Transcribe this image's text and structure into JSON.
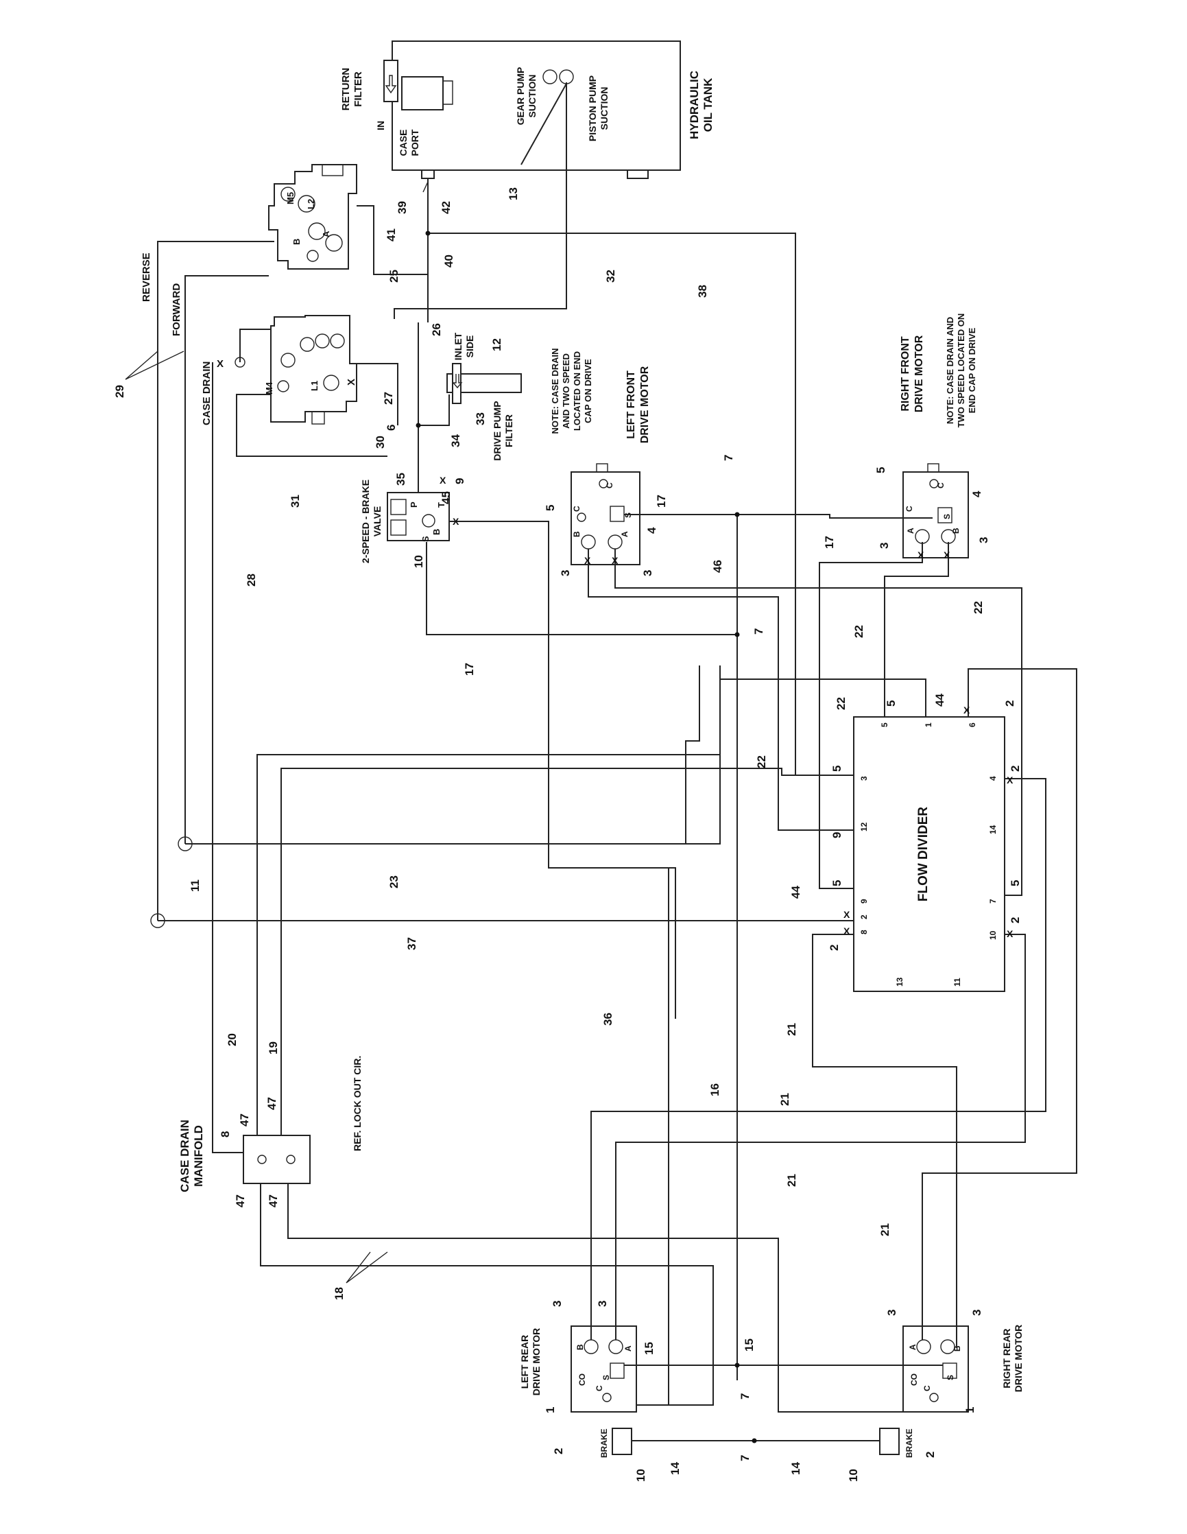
{
  "components": {
    "oil_tank": {
      "title": [
        "HYDRAULIC",
        "OIL TANK"
      ],
      "return_filter": [
        "RETURN",
        "FILTER"
      ],
      "in_label": "IN",
      "case_port": [
        "CASE",
        "PORT"
      ],
      "gear_pump": [
        "GEAR PUMP",
        "SUCTION"
      ],
      "piston_pump": [
        "PISTON PUMP",
        "SUCTION"
      ]
    },
    "pump_upper": {
      "ports": [
        "M5",
        "L2",
        "B",
        "A"
      ]
    },
    "pump_lower": {
      "ports": [
        "M4",
        "L1",
        "X"
      ]
    },
    "drive_pump_filter": {
      "title": [
        "DRIVE PUMP",
        "FILTER"
      ],
      "inlet": [
        "INLET",
        "SIDE"
      ]
    },
    "brake_valve": {
      "title": [
        "2-SPEED - BRAKE",
        "VALVE"
      ],
      "ports": [
        "P",
        "T",
        "S",
        "B"
      ]
    },
    "left_front_motor": {
      "title": [
        "LEFT FRONT",
        "DRIVE MOTOR"
      ],
      "note": [
        "NOTE: CASE DRAIN",
        "AND TWO SPEED",
        "LOCATED ON END",
        "CAP ON DRIVE"
      ],
      "ports": [
        "C",
        "C",
        "S",
        "B",
        "A"
      ]
    },
    "right_front_motor": {
      "title": [
        "RIGHT FRONT",
        "DRIVE MOTOR"
      ],
      "note": [
        "NOTE:  CASE DRAIN AND",
        "TWO SPEED LOCATED ON",
        "END CAP ON DRIVE"
      ],
      "ports": [
        "C",
        "C",
        "S",
        "A",
        "B"
      ]
    },
    "flow_divider": {
      "title": "FLOW DIVIDER",
      "ports": [
        "5",
        "1",
        "6",
        "3",
        "4",
        "12",
        "14",
        "9",
        "7",
        "2",
        "8",
        "10",
        "13",
        "11"
      ]
    },
    "case_drain_manifold": {
      "title": [
        "CASE DRAIN",
        "MANIFOLD"
      ],
      "ref": "REF. LOCK OUT CIR."
    },
    "left_rear_motor": {
      "title": [
        "LEFT REAR",
        "DRIVE MOTOR"
      ],
      "ports": [
        "B",
        "A",
        "CO",
        "S",
        "C"
      ]
    },
    "right_rear_motor": {
      "title": [
        "RIGHT REAR",
        "DRIVE MOTOR"
      ],
      "ports": [
        "A",
        "B",
        "CO",
        "S",
        "C"
      ]
    },
    "brake_left": "BRAKE",
    "brake_right": "BRAKE"
  },
  "line_labels": {
    "reverse": "REVERSE",
    "forward": "FORWARD",
    "case_drain": "CASE DRAIN",
    "x": "X"
  },
  "callouts": {
    "c39": "39",
    "c42": "42",
    "c13": "13",
    "c41": "41",
    "c40": "40",
    "c25": "25",
    "c32": "32",
    "c38": "38",
    "c26": "26",
    "c12": "12",
    "c29": "29",
    "c27": "27",
    "c33": "33",
    "c6": "6",
    "c34": "34",
    "c30": "30",
    "c35": "35",
    "c9": "9",
    "c45": "45",
    "c31": "31",
    "c10a": "10",
    "c28": "28",
    "c5a": "5",
    "c4a": "4",
    "c17a": "17",
    "c3a": "3",
    "c3b": "3",
    "c7a": "7",
    "c46": "46",
    "c7b": "7",
    "c17b": "17",
    "c5b": "5",
    "c4b": "4",
    "c17c": "17",
    "c3c": "3",
    "c3d": "3",
    "c22a": "22",
    "c22b": "22",
    "c22c": "22",
    "c22d": "22",
    "c5c": "5",
    "c44a": "44",
    "c2a": "2",
    "c5d": "5",
    "c2b": "2",
    "c9b": "9",
    "c5e": "5",
    "c5f": "5",
    "c44b": "44",
    "c2c": "2",
    "c2d": "2",
    "c11": "11",
    "c23": "23",
    "c37": "37",
    "c36": "36",
    "c21a": "21",
    "c16": "16",
    "c21b": "21",
    "c21c": "21",
    "c21d": "21",
    "c20": "20",
    "c19": "19",
    "c8": "8",
    "c47a": "47",
    "c47b": "47",
    "c47c": "47",
    "c47d": "47",
    "c18": "18",
    "c3e": "3",
    "c3f": "3",
    "c15a": "15",
    "c15b": "15",
    "c3g": "3",
    "c3h": "3",
    "c1a": "1",
    "c2e": "2",
    "c7c": "7",
    "c7d": "7",
    "c1b": "1",
    "c2f": "2",
    "c10b": "10",
    "c14a": "14",
    "c14b": "14",
    "c10c": "10"
  }
}
